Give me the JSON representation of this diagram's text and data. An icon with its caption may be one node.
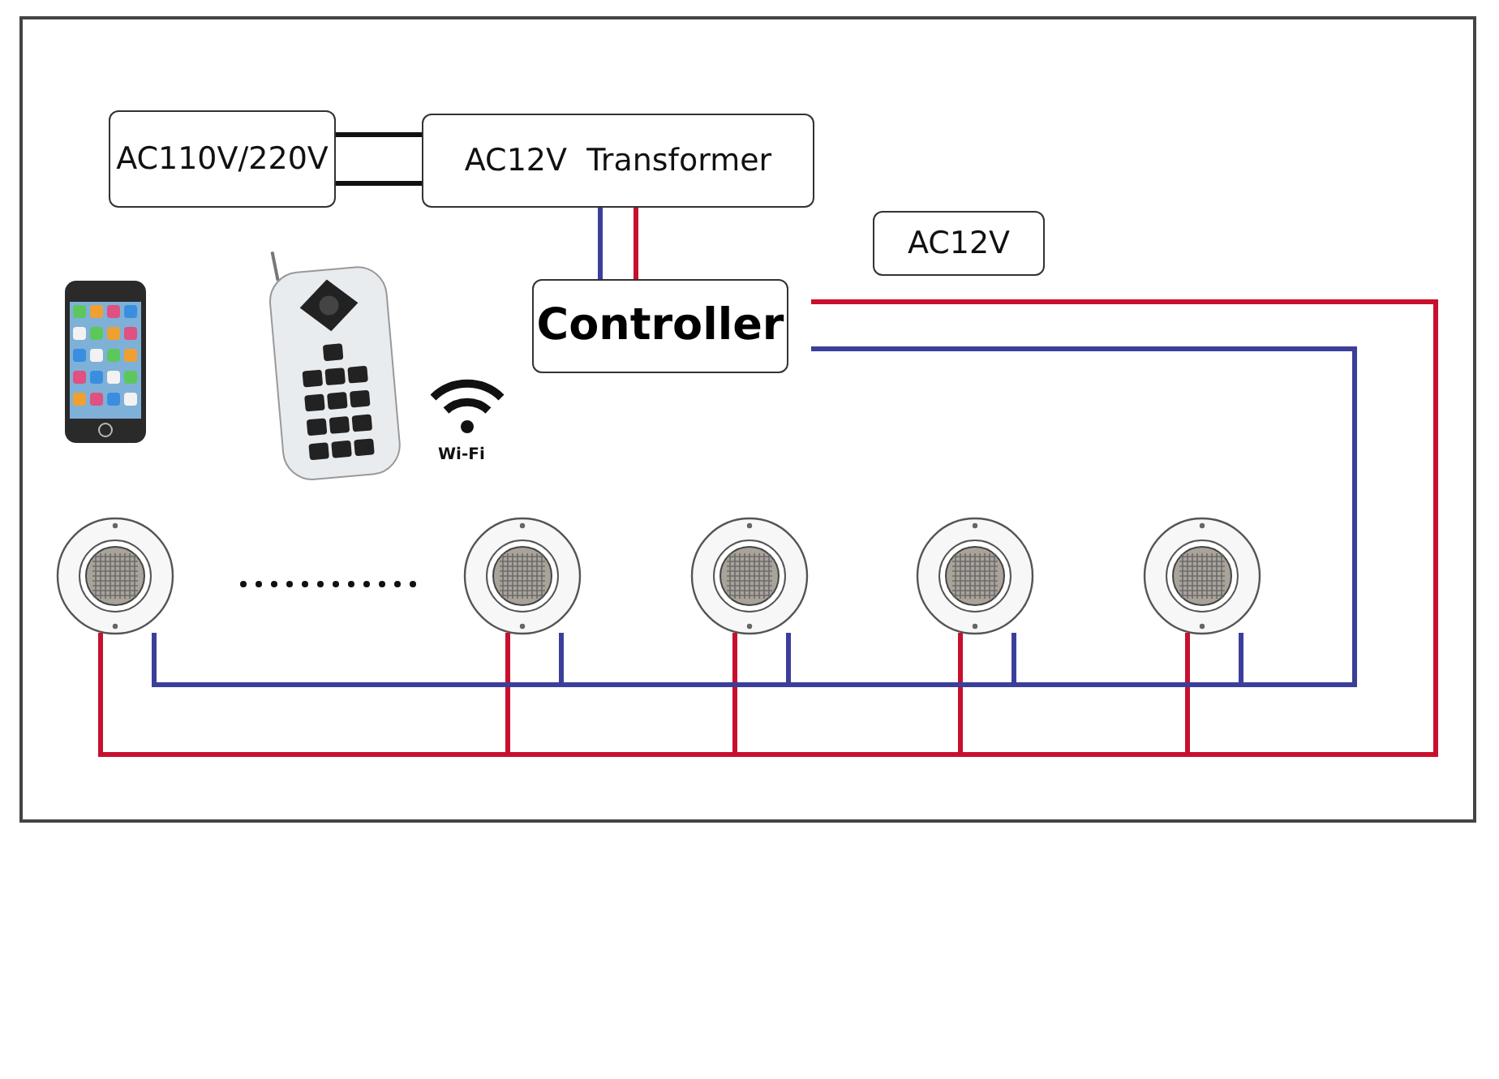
{
  "diagram": {
    "nodes": [
      {
        "text": [
          "AC110V/220V"
        ]
      },
      {
        "text": [
          "AC12V  Transformer"
        ]
      },
      {
        "text": [
          "Controller"
        ]
      },
      {
        "text": [
          "AC12V"
        ]
      },
      {
        "text": [],
        "shape": "picture"
      },
      {
        "text": [],
        "shape": "picture"
      },
      {
        "text": [],
        "shape": "picture"
      },
      {
        "text": [],
        "shape": "picture"
      },
      {
        "text": [],
        "shape": "picture"
      }
    ],
    "edges": [
      {
        "from": 0,
        "to": 1,
        "arrow": "none",
        "color": "#111111"
      },
      {
        "from": 0,
        "to": 1,
        "arrow": "none",
        "color": "#111111"
      },
      {
        "from": 1,
        "to": 2,
        "arrow": "none",
        "color": "#3b3f9a"
      },
      {
        "from": 1,
        "to": 2,
        "arrow": "none",
        "color": "#c8102e"
      },
      {
        "from": 2,
        "to": 4,
        "arrow": "none",
        "color": "#c8102e"
      },
      {
        "from": 2,
        "to": 5,
        "arrow": "none",
        "color": "#c8102e"
      },
      {
        "from": 2,
        "to": 6,
        "arrow": "none",
        "color": "#c8102e"
      },
      {
        "from": 2,
        "to": 7,
        "arrow": "none",
        "color": "#c8102e"
      },
      {
        "from": 2,
        "to": 8,
        "arrow": "none",
        "color": "#c8102e"
      },
      {
        "from": 2,
        "to": 4,
        "arrow": "none",
        "color": "#3b3f9a"
      },
      {
        "from": 2,
        "to": 5,
        "arrow": "none",
        "color": "#3b3f9a"
      },
      {
        "from": 2,
        "to": 6,
        "arrow": "none",
        "color": "#3b3f9a"
      },
      {
        "from": 2,
        "to": 7,
        "arrow": "none",
        "color": "#3b3f9a"
      },
      {
        "from": 2,
        "to": 8,
        "arrow": "none",
        "color": "#3b3f9a"
      }
    ],
    "labels": [
      "Wi-Fi"
    ]
  }
}
